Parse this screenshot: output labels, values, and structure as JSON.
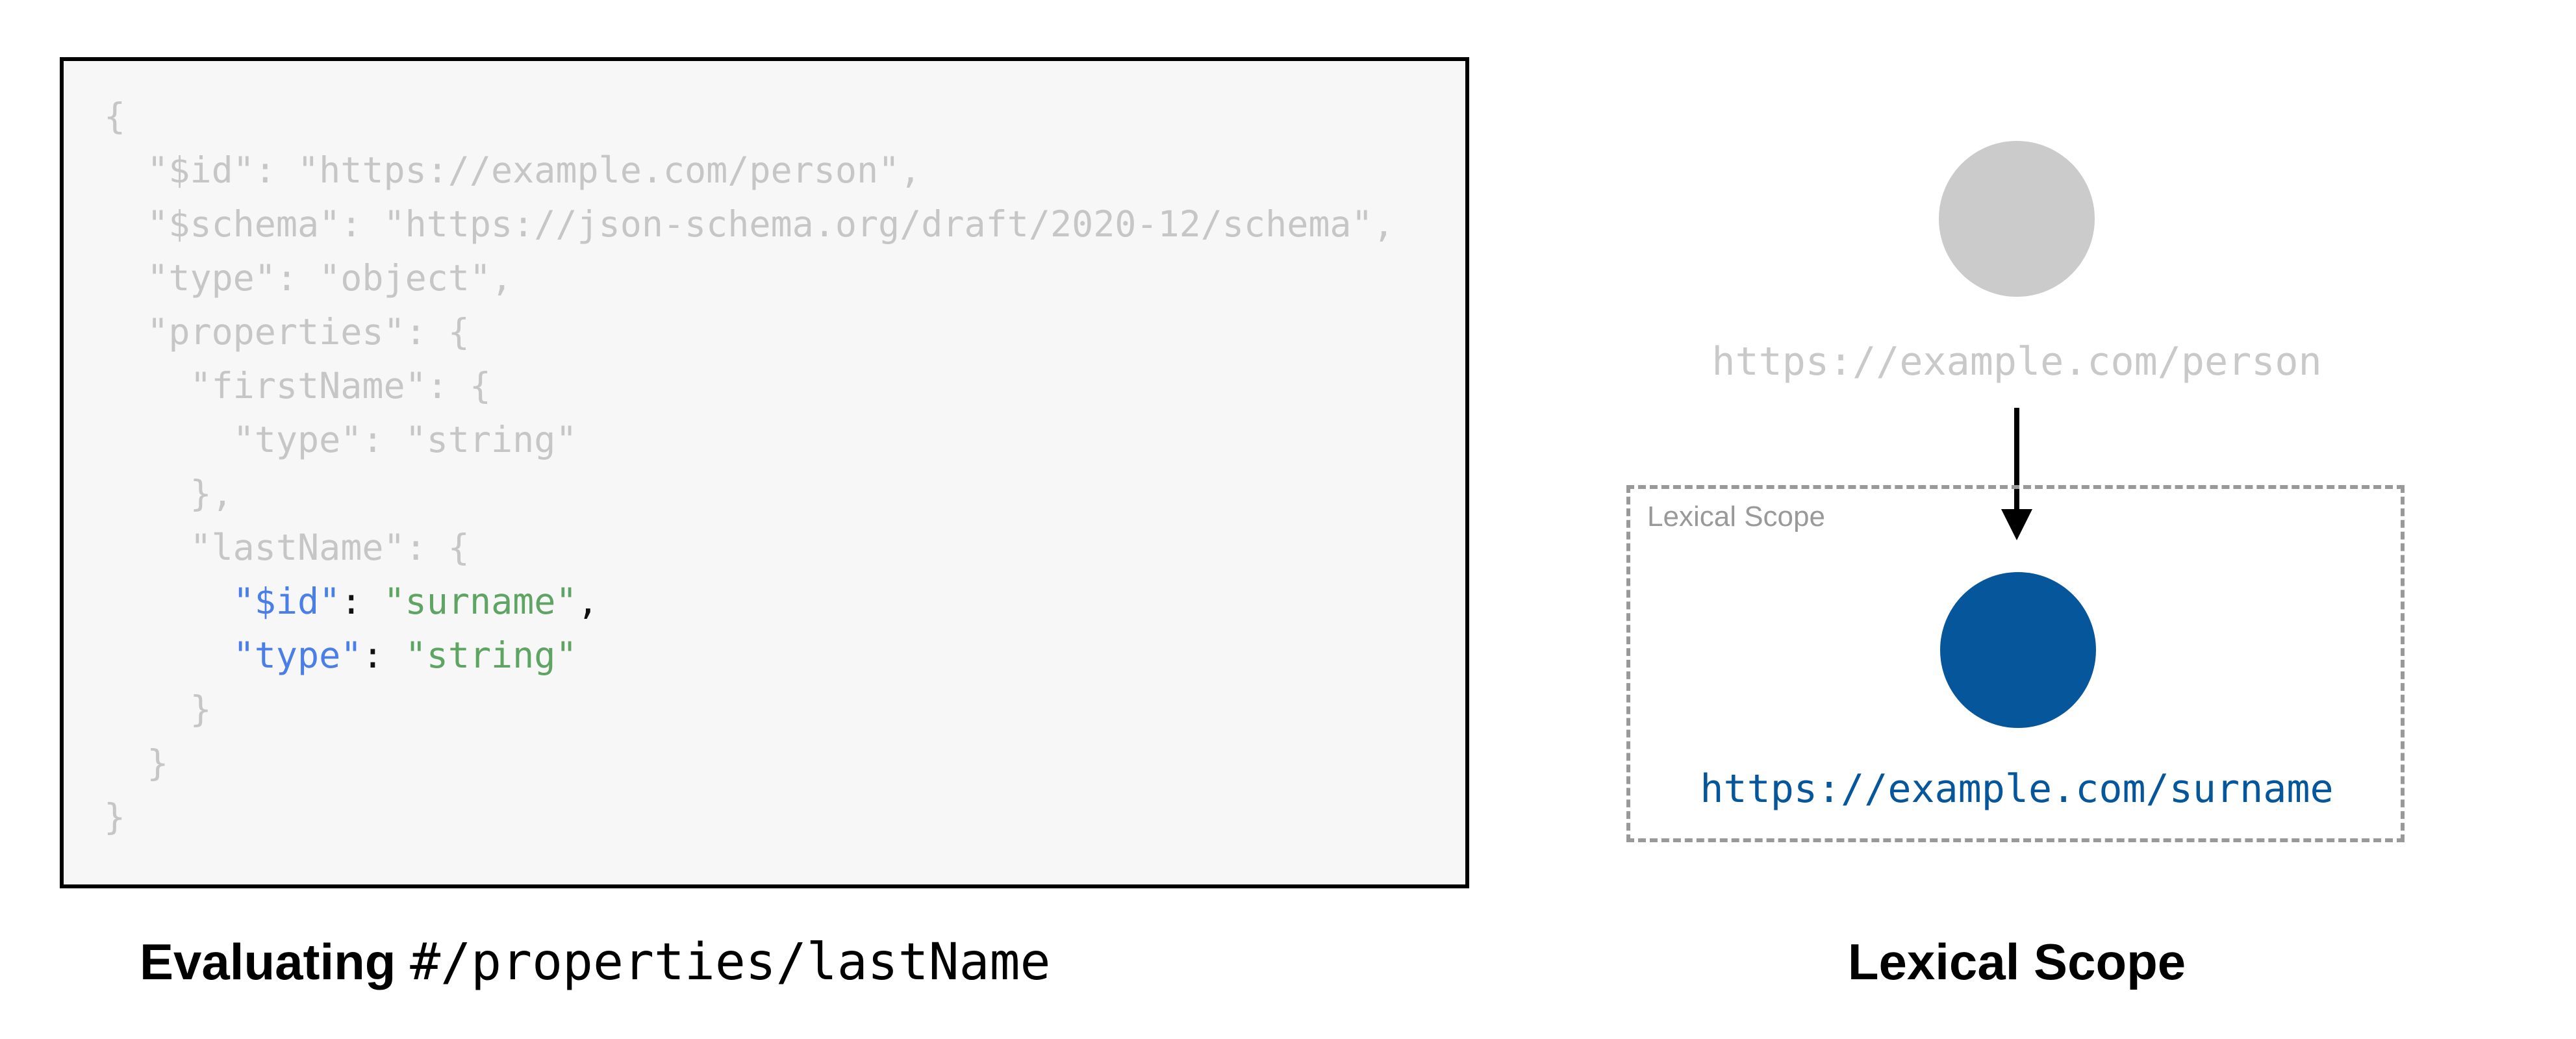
{
  "figure": {
    "left": {
      "caption": {
        "prefix_bold": "Evaluating",
        "pointer_mono": "#/properties/lastName"
      },
      "code_lines": [
        {
          "segments": [
            {
              "c": "muted",
              "t": "{"
            }
          ]
        },
        {
          "segments": [
            {
              "c": "muted",
              "t": "  \"$id\": \"https://example.com/person\","
            }
          ]
        },
        {
          "segments": [
            {
              "c": "muted",
              "t": "  \"$schema\": \"https://json-schema.org/draft/2020-12/schema\","
            }
          ]
        },
        {
          "segments": [
            {
              "c": "muted",
              "t": "  \"type\": \"object\","
            }
          ]
        },
        {
          "segments": [
            {
              "c": "muted",
              "t": "  \"properties\": {"
            }
          ]
        },
        {
          "segments": [
            {
              "c": "muted",
              "t": "    \"firstName\": {"
            }
          ]
        },
        {
          "segments": [
            {
              "c": "muted",
              "t": "      \"type\": \"string\""
            }
          ]
        },
        {
          "segments": [
            {
              "c": "muted",
              "t": "    },"
            }
          ]
        },
        {
          "segments": [
            {
              "c": "muted",
              "t": "    \"lastName\": {"
            }
          ]
        },
        {
          "segments": [
            {
              "c": "muted",
              "t": "      "
            },
            {
              "c": "key",
              "t": "\"$id\""
            },
            {
              "c": "punct",
              "t": ": "
            },
            {
              "c": "str",
              "t": "\"surname\""
            },
            {
              "c": "punct",
              "t": ","
            }
          ]
        },
        {
          "segments": [
            {
              "c": "muted",
              "t": "      "
            },
            {
              "c": "key",
              "t": "\"type\""
            },
            {
              "c": "punct",
              "t": ": "
            },
            {
              "c": "str",
              "t": "\"string\""
            }
          ]
        },
        {
          "segments": [
            {
              "c": "muted",
              "t": "    }"
            }
          ]
        },
        {
          "segments": [
            {
              "c": "muted",
              "t": "  }"
            }
          ]
        },
        {
          "segments": [
            {
              "c": "muted",
              "t": "}"
            }
          ]
        }
      ]
    },
    "right": {
      "parent_node_label": "https://example.com/person",
      "scope_box_label": "Lexical Scope",
      "child_node_label": "https://example.com/surname",
      "caption": "Lexical Scope"
    }
  },
  "colors": {
    "code_box_bg": "#f7f7f7",
    "code_box_border": "#000000",
    "code_muted": "#c6c6c6",
    "code_key_blue": "#4a7ee8",
    "code_string_green": "#5ea463",
    "code_punct_black": "#111111",
    "muted_node_gray": "#cbcbcb",
    "muted_label_gray": "#c9c9c9",
    "active_node_blue": "#05569b",
    "scope_border_gray": "#999999",
    "arrow_black": "#000000"
  }
}
